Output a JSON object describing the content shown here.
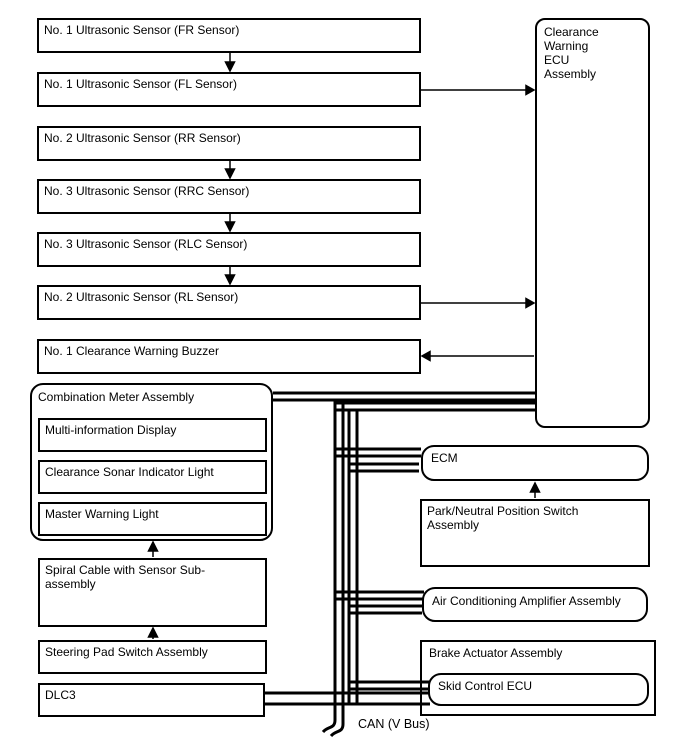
{
  "diagram": {
    "left_column": {
      "boxes": [
        {
          "label": "No. 1 Ultrasonic Sensor (FR Sensor)"
        },
        {
          "label": "No. 1 Ultrasonic Sensor (FL Sensor)"
        },
        {
          "label": "No. 2 Ultrasonic Sensor (RR Sensor)"
        },
        {
          "label": "No. 3 Ultrasonic Sensor (RRC Sensor)"
        },
        {
          "label": "No. 3 Ultrasonic Sensor (RLC Sensor)"
        },
        {
          "label": "No. 2 Ultrasonic Sensor (RL Sensor)"
        },
        {
          "label": "No. 1 Clearance Warning Buzzer"
        }
      ]
    },
    "ecu": {
      "label": "Clearance Warning ECU Assembly"
    },
    "combination_meter": {
      "label": "Combination Meter Assembly",
      "children": [
        "Multi-information Display",
        "Clearance Sonar Indicator Light",
        "Master Warning Light"
      ]
    },
    "spiral_cable": {
      "label": "Spiral Cable with Sensor Sub-assembly"
    },
    "steering_pad": {
      "label": "Steering Pad Switch Assembly"
    },
    "dlc3": {
      "label": "DLC3"
    },
    "ecm": {
      "label": "ECM"
    },
    "park_neutral": {
      "label": "Park/Neutral Position Switch Assembly"
    },
    "ac_amplifier": {
      "label": "Air Conditioning Amplifier Assembly"
    },
    "brake_actuator": {
      "label": "Brake Actuator Assembly"
    },
    "skid_control": {
      "label": "Skid Control ECU"
    },
    "bus_label": "CAN (V Bus)",
    "colors": {
      "line": "#000000",
      "background": "#ffffff"
    }
  }
}
